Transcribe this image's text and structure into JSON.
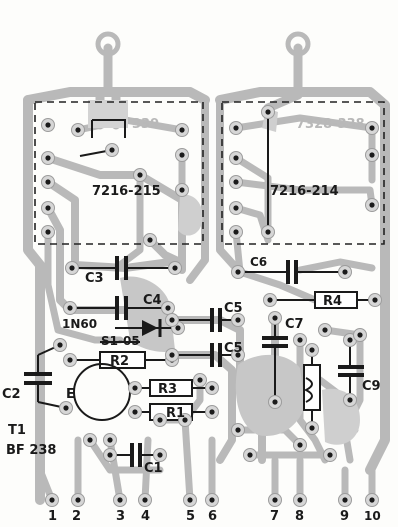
{
  "board": {
    "background": "#fdfdfb",
    "trace_color": "#b9b9b9",
    "ink_color": "#1a1a1a"
  },
  "modules": {
    "left": {
      "code_top": "339",
      "code_mid": "7216-215"
    },
    "right": {
      "code_top": "7328-338",
      "code_mid": "7216-214"
    }
  },
  "components": {
    "c1": "C1",
    "c2": "C2",
    "c3": "C3",
    "c4": "C4",
    "c5a": "C5",
    "c5b": "C5",
    "c6": "C6",
    "c7": "C7",
    "c9": "C9",
    "r1": "R1",
    "r2": "R2",
    "r3": "R3",
    "r4": "R4",
    "diode": "1N60",
    "coil": "S1-05",
    "transistor_ref": "T1",
    "transistor_type": "BF 238",
    "emitter": "E"
  },
  "connectors": [
    "1",
    "2",
    "3",
    "4",
    "5",
    "6",
    "7",
    "8",
    "9",
    "10"
  ]
}
